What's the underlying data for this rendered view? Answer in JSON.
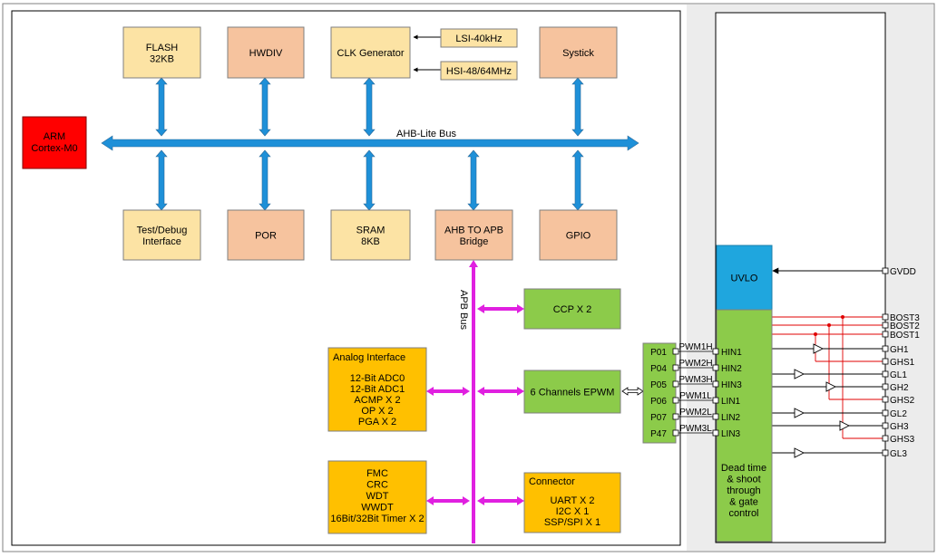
{
  "mcu": {
    "cpu": "ARM Cortex-M0",
    "bus_ahb": "AHB-Lite Bus",
    "bus_apb": "APB Bus",
    "flash": [
      "FLASH",
      "32KB"
    ],
    "hwdiv": "HWDIV",
    "clk_gen": "CLK Generator",
    "lsi": "LSI-40kHz",
    "hsi": "HSI-48/64MHz",
    "systick": "Systick",
    "debug": [
      "Test/Debug",
      "Interface"
    ],
    "por": "POR",
    "sram": [
      "SRAM",
      "8KB"
    ],
    "apb_bridge": [
      "AHB TO APB",
      "Bridge"
    ],
    "gpio": "GPIO",
    "ccp": "CCP X 2",
    "epwm": "6 Channels EPWM",
    "analog": {
      "title": "Analog Interface",
      "items": [
        "12-Bit ADC0",
        "12-Bit ADC1",
        "ACMP X 2",
        "OP X 2",
        "PGA X 2"
      ]
    },
    "misc": [
      "FMC",
      "CRC",
      "WDT",
      "WWDT",
      "16Bit/32Bit Timer X 2"
    ],
    "connector": {
      "title": "Connector",
      "items": [
        "UART X 2",
        "I2C X 1",
        "SSP/SPI X 1"
      ]
    }
  },
  "ports": [
    "P01",
    "P04",
    "P05",
    "P06",
    "P07",
    "P47"
  ],
  "pwm_signals": [
    "PWM1H",
    "PWM2H",
    "PWM3H",
    "PWM1L",
    "PWM2L",
    "PWM3L"
  ],
  "driver": {
    "uvlo": "UVLO",
    "inputs": [
      "HIN1",
      "HIN2",
      "HIN3",
      "LIN1",
      "LIN2",
      "LIN3"
    ],
    "control": [
      "Dead time",
      "& shoot",
      "through",
      "& gate",
      "control"
    ]
  },
  "output_pins": [
    "GVDD",
    "BOST3",
    "BOST2",
    "BOST1",
    "GH1",
    "GHS1",
    "GL1",
    "GH2",
    "GHS2",
    "GL2",
    "GH3",
    "GHS3",
    "GL3"
  ],
  "colors": {
    "bus_blue": "#1E90D8",
    "apb_magenta": "#E020E0",
    "light_yellow": "#FCE3A4",
    "salmon": "#F6C39E",
    "orange": "#FFC000",
    "green": "#8CCB4A",
    "uvlo_blue": "#1FA6DE",
    "cpu_red": "#FF0000",
    "bost_red": "#E00000"
  }
}
